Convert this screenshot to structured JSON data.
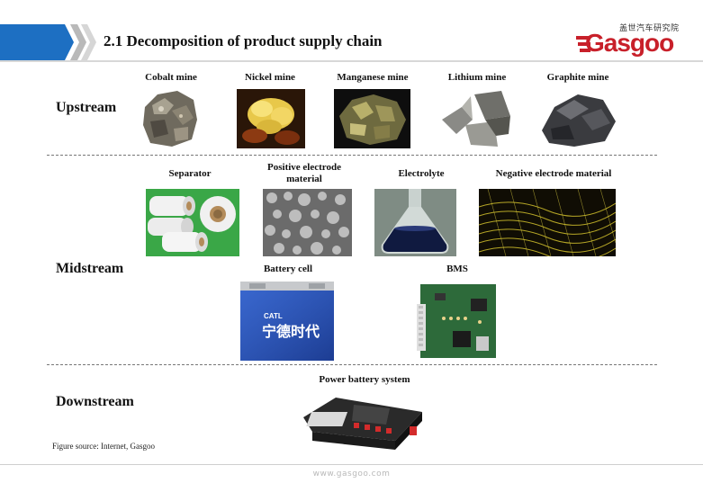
{
  "header": {
    "title": "2.1 Decomposition of product supply chain",
    "logo_cn": "盖世汽车研究院",
    "logo_word": "Gasgoo"
  },
  "stages": {
    "upstream": "Upstream",
    "midstream": "Midstream",
    "downstream": "Downstream"
  },
  "upstream_items": [
    {
      "label": "Cobalt mine"
    },
    {
      "label": "Nickel mine"
    },
    {
      "label": "Manganese mine"
    },
    {
      "label": "Lithium mine"
    },
    {
      "label": "Graphite mine"
    }
  ],
  "midstream_items": [
    {
      "label": "Separator"
    },
    {
      "label": "Positive electrode material"
    },
    {
      "label": "Electrolyte"
    },
    {
      "label": "Negative electrode material"
    },
    {
      "label": "Battery cell"
    },
    {
      "label": "BMS"
    }
  ],
  "battery_cell_brand": {
    "en": "CATL",
    "cn": "宁德时代"
  },
  "downstream_items": [
    {
      "label": "Power battery system"
    }
  ],
  "source_note": "Figure source: Internet,  Gasgoo",
  "footer_url": "www.gasgoo.com",
  "colors": {
    "accent_blue": "#1d6fc2",
    "logo_red": "#c8202a",
    "logo_blue": "#1d4f9c"
  }
}
